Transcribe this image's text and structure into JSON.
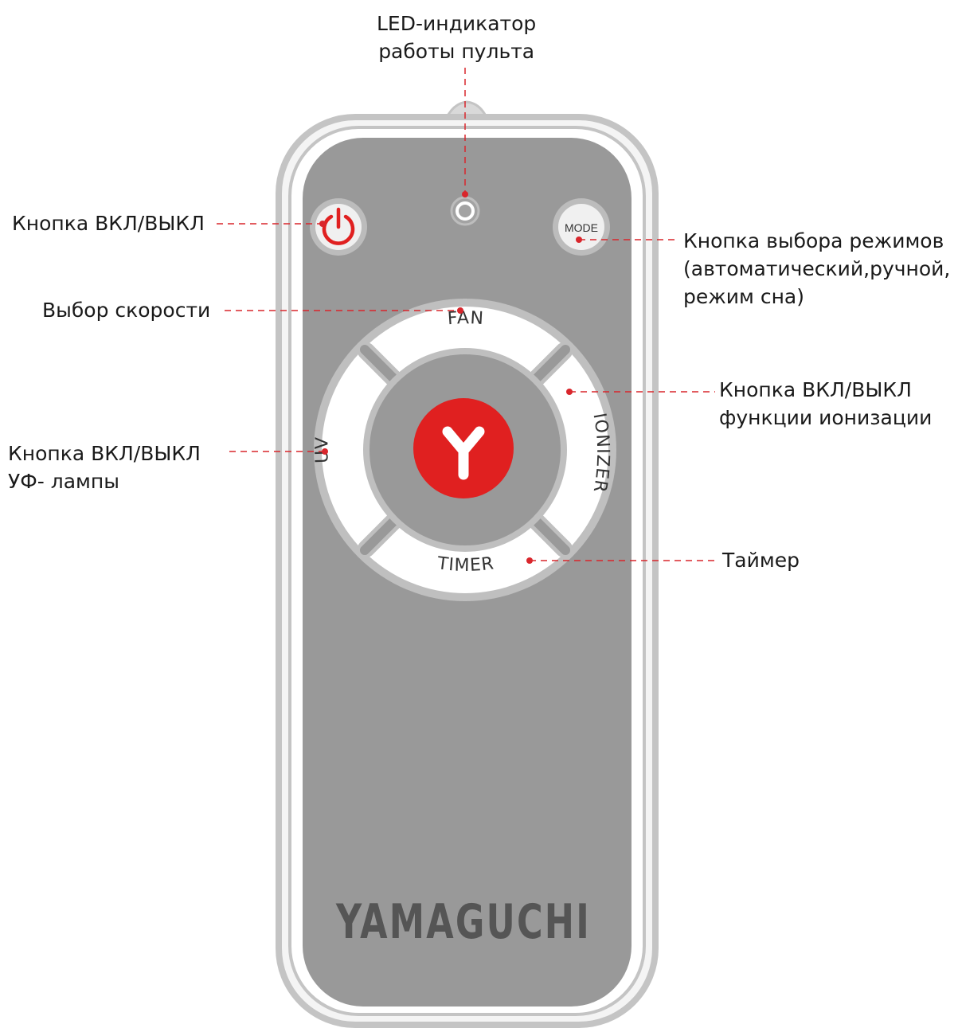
{
  "annotations": {
    "led": "LED-индикатор\nработы пульта",
    "power": "Кнопка ВКЛ/ВЫКЛ",
    "mode": "Кнопка выбора режимов\n(автоматический,ручной,\nрежим сна)",
    "fan": "Выбор скорости",
    "ionizer": "Кнопка ВКЛ/ВЫКЛ\nфункции ионизации",
    "uv": "Кнопка ВКЛ/ВЫКЛ\nУФ- лампы",
    "timer": "Таймер"
  },
  "buttons": {
    "mode": "MODE",
    "fan": "FAN",
    "timer": "TIMER",
    "uv": "UV",
    "ionizer": "IONIZER"
  },
  "icons": {
    "power": "power-icon",
    "center": "y-logo-icon",
    "led": "led-indicator-icon"
  },
  "brand": "YAMAGUCHI",
  "colors": {
    "body": "#999999",
    "frame": "#c4c4c4",
    "accent": "#e02020",
    "leader": "#d9262c"
  }
}
